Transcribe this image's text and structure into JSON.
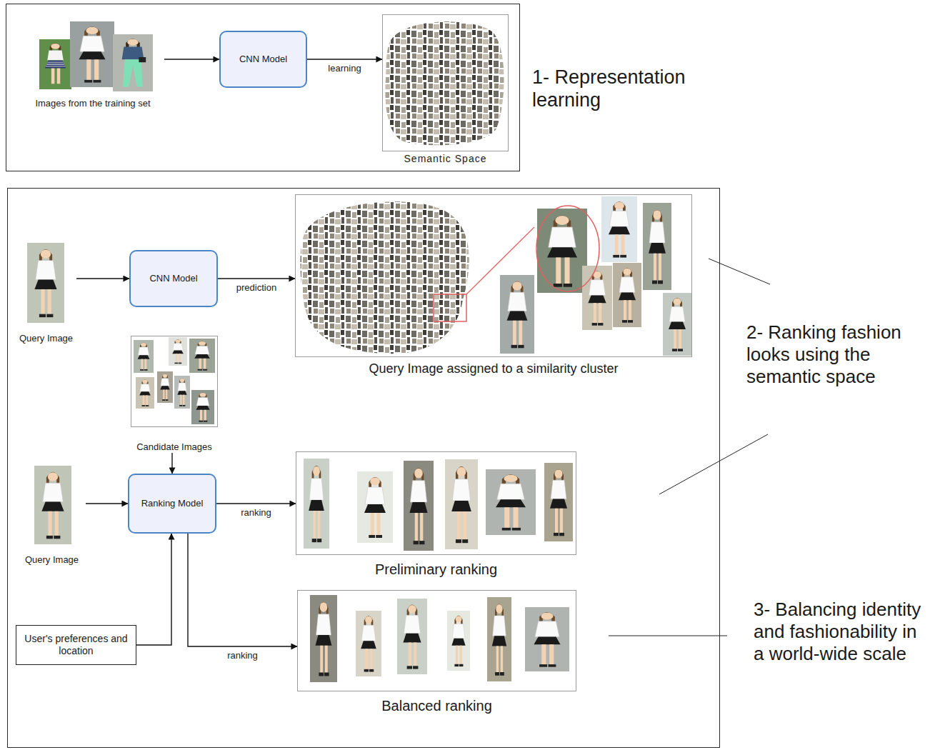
{
  "diagram": {
    "nodes": [
      {
        "text": [
          "1- Representation learning"
        ]
      },
      {
        "text": [
          "Images from the training set"
        ],
        "in": 0
      },
      {
        "text": [
          "CNN Model"
        ],
        "in": 0
      },
      {
        "text": [
          "Semantic Space"
        ],
        "in": 0
      },
      {
        "text": [
          "2- Ranking fashion looks using the semantic space"
        ]
      },
      {
        "text": [
          "Query Image"
        ],
        "in": 4
      },
      {
        "text": [
          "CNN Model"
        ],
        "in": 4
      },
      {
        "text": [
          "Query Image assigned to a similarity cluster"
        ],
        "in": 4
      },
      {
        "text": [
          "Candidate Images"
        ],
        "in": 4
      },
      {
        "text": [
          "Query Image"
        ],
        "in": 4
      },
      {
        "text": [
          "Ranking Model"
        ],
        "in": 4
      },
      {
        "text": [
          "User's preferences and location"
        ],
        "in": 4
      },
      {
        "text": [
          "Preliminary ranking"
        ],
        "in": 4
      },
      {
        "text": [
          "Balanced ranking"
        ],
        "in": 4
      }
    ],
    "edges": [
      {
        "from": 1,
        "to": 2,
        "arrow": "to"
      },
      {
        "from": 2,
        "to": 3,
        "label": "learning",
        "arrow": "to"
      },
      {
        "from": 5,
        "to": 6,
        "arrow": "to"
      },
      {
        "from": 6,
        "to": 7,
        "label": "prediction",
        "arrow": "to"
      },
      {
        "from": 8,
        "to": 10,
        "arrow": "to"
      },
      {
        "from": 9,
        "to": 10,
        "arrow": "to"
      },
      {
        "from": 11,
        "to": 10,
        "arrow": "to"
      },
      {
        "from": 10,
        "to": 12,
        "label": "ranking",
        "arrow": "to"
      },
      {
        "from": 10,
        "to": 13,
        "label": "ranking",
        "arrow": "to"
      }
    ],
    "labels": [
      "3- Balancing identity and fashionability in a world-wide scale"
    ]
  }
}
